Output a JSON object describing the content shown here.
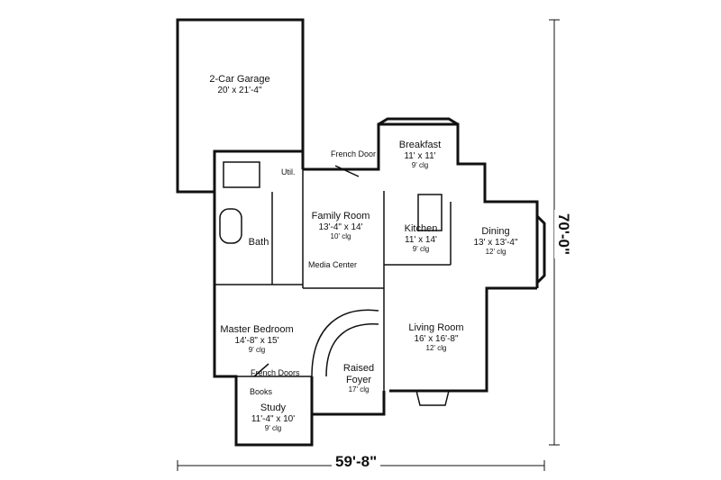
{
  "rooms": [
    {
      "key": "garage",
      "name": "2-Car Garage",
      "size": "20' x 21'-4\"",
      "clg": ""
    },
    {
      "key": "breakfast",
      "name": "Breakfast",
      "size": "11' x 11'",
      "clg": "9' clg"
    },
    {
      "key": "family",
      "name": "Family Room",
      "size": "13'-4\" x 14'",
      "clg": "10' clg"
    },
    {
      "key": "kitchen",
      "name": "Kitchen",
      "size": "11' x 14'",
      "clg": "9' clg"
    },
    {
      "key": "dining",
      "name": "Dining",
      "size": "13' x 13'-4\"",
      "clg": "12' clg"
    },
    {
      "key": "bath",
      "name": "Bath",
      "size": "",
      "clg": ""
    },
    {
      "key": "master",
      "name": "Master Bedroom",
      "size": "14'-8\" x 15'",
      "clg": "9' clg"
    },
    {
      "key": "living",
      "name": "Living Room",
      "size": "16' x 16'-8\"",
      "clg": "12' clg"
    },
    {
      "key": "foyer",
      "name": "Raised Foyer",
      "size": "",
      "clg": "17' clg"
    },
    {
      "key": "study",
      "name": "Study",
      "size": "11'-4\" x 10'",
      "clg": "9' clg"
    }
  ],
  "notes": {
    "french_door": "French Door",
    "util": "Util.",
    "media_center": "Media Center",
    "french_doors": "French Doors",
    "books": "Books"
  },
  "dimensions": {
    "width": "59'-8\"",
    "depth": "70'-0\""
  }
}
